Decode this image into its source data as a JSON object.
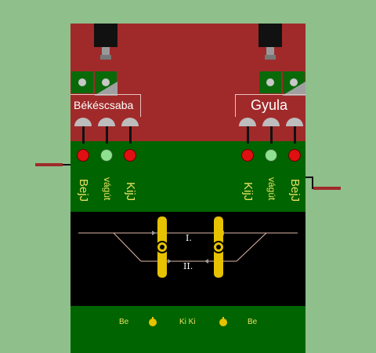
{
  "left_station": {
    "name": "Békéscsaba",
    "labels": [
      "BejJ",
      "vágút",
      "KijJ"
    ],
    "lights": [
      "red",
      "green",
      "red"
    ]
  },
  "right_station": {
    "name": "Gyula",
    "labels": [
      "KijJ",
      "vágút",
      "BejJ"
    ],
    "lights": [
      "red",
      "green",
      "red"
    ]
  },
  "tracks": {
    "track1": "I.",
    "track2": "II."
  },
  "bottom": {
    "left_be": "Be",
    "center_ki": "Ki Ki",
    "right_be": "Be"
  },
  "colors": {
    "background": "#8fbf8a",
    "panel_red": "#a02a2a",
    "panel_green": "#006400",
    "track_area": "#000000",
    "signal_red": "#e01010",
    "signal_green": "#8fe08f",
    "label_yellow": "#e8e060",
    "button_yellow": "#e6c200"
  }
}
